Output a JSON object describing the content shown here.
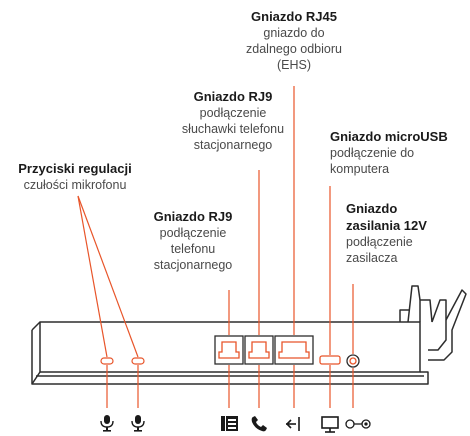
{
  "labels": {
    "rj45": {
      "title": "Gniazdo RJ45",
      "desc_lines": [
        "gniazdo do",
        "zdalnego odbioru",
        "(EHS)"
      ]
    },
    "rj9_handset": {
      "title": "Gniazdo RJ9",
      "desc_lines": [
        "podłączenie",
        "słuchawki telefonu",
        "stacjonarnego"
      ]
    },
    "microusb": {
      "title": "Gniazdo microUSB",
      "desc_lines": [
        "podłączenie do",
        "komputera"
      ]
    },
    "mic_buttons": {
      "title": "Przyciski regulacji",
      "desc_lines": [
        "czułości mikrofonu"
      ]
    },
    "rj9_phone": {
      "title": "Gniazdo RJ9",
      "desc_lines": [
        "podłączenie",
        "telefonu",
        "stacjonarnego"
      ]
    },
    "power": {
      "title_lines": [
        "Gniazdo",
        "zasilania 12V"
      ],
      "desc_lines": [
        "podłączenie",
        "zasilacza"
      ]
    }
  },
  "icons": [
    "microphone-icon",
    "microphone-icon",
    "phone-base-icon",
    "handset-icon",
    "headset-jack-icon",
    "monitor-icon",
    "power-plug-icon"
  ],
  "colors": {
    "accent": "#e8552a",
    "line": "#e8552a",
    "device": "#2d2d2d"
  }
}
